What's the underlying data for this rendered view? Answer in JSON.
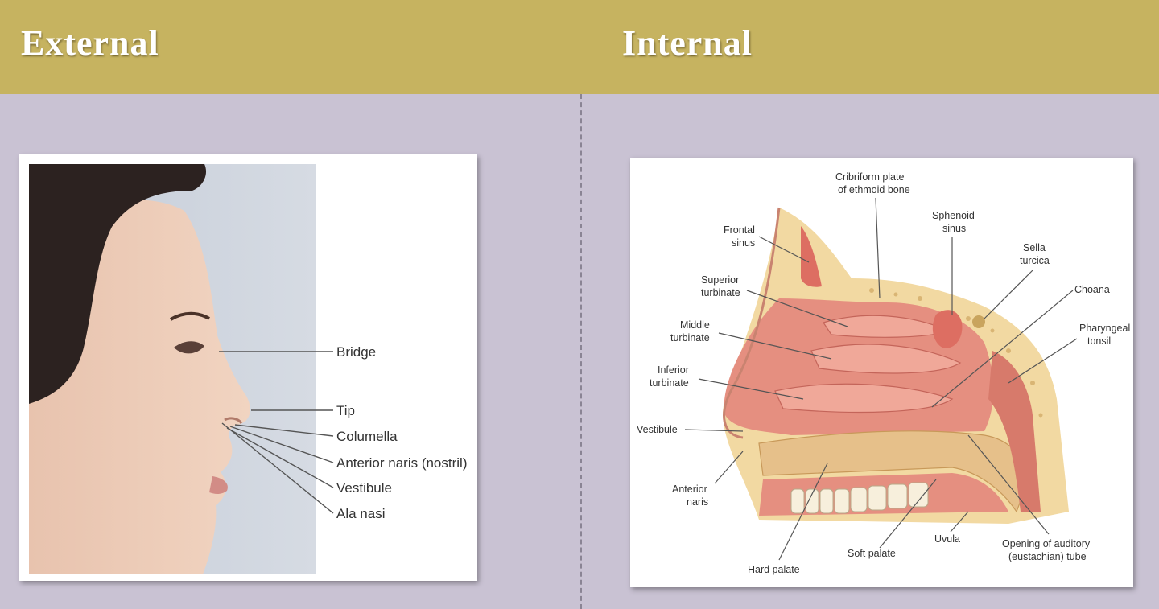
{
  "header": {
    "left_title": "External",
    "right_title": "Internal"
  },
  "colors": {
    "header_bg": "#c6b360",
    "page_bg": "#c9c2d3",
    "tissue": "#e58f80",
    "bone": "#f2d9a2"
  },
  "external": {
    "labels": [
      "Bridge",
      "Tip",
      "Columella",
      "Anterior naris (nostril)",
      "Vestibule",
      "Ala nasi"
    ]
  },
  "internal": {
    "labels": {
      "cribriform": [
        "Cribriform plate",
        "of ethmoid bone"
      ],
      "sphenoid": [
        "Sphenoid",
        "sinus"
      ],
      "frontal": [
        "Frontal",
        "sinus"
      ],
      "sella": [
        "Sella",
        "turcica"
      ],
      "choana": "Choana",
      "superior": [
        "Superior",
        "turbinate"
      ],
      "middle": [
        "Middle",
        "turbinate"
      ],
      "pharyngeal": [
        "Pharyngeal",
        "tonsil"
      ],
      "inferior": [
        "Inferior",
        "turbinate"
      ],
      "vestibule": "Vestibule",
      "anterior_naris": [
        "Anterior",
        "naris"
      ],
      "uvula": "Uvula",
      "soft_palate": "Soft palate",
      "opening": [
        "Opening of auditory",
        "(eustachian) tube"
      ],
      "hard_palate": "Hard palate"
    }
  }
}
